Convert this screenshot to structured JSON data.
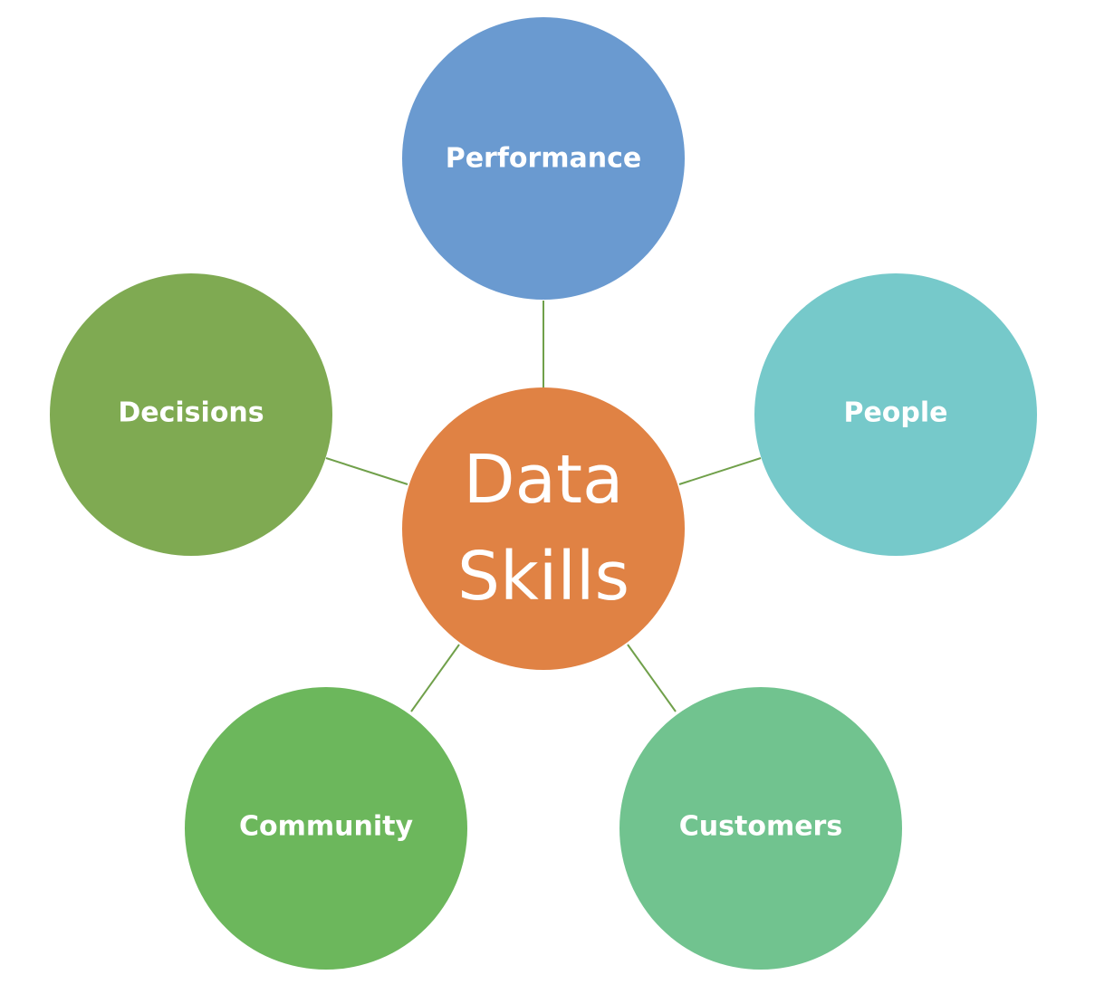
{
  "diagram": {
    "center": {
      "line1": "Data",
      "line2": "Skills",
      "color": "#e08244"
    },
    "nodes": [
      {
        "label": "Performance",
        "color": "#6a9ad0"
      },
      {
        "label": "People",
        "color": "#76c9ca"
      },
      {
        "label": "Customers",
        "color": "#71c38f"
      },
      {
        "label": "Community",
        "color": "#6cb75c"
      },
      {
        "label": "Decisions",
        "color": "#7faa52"
      }
    ],
    "connector_color": "#70a04a"
  }
}
